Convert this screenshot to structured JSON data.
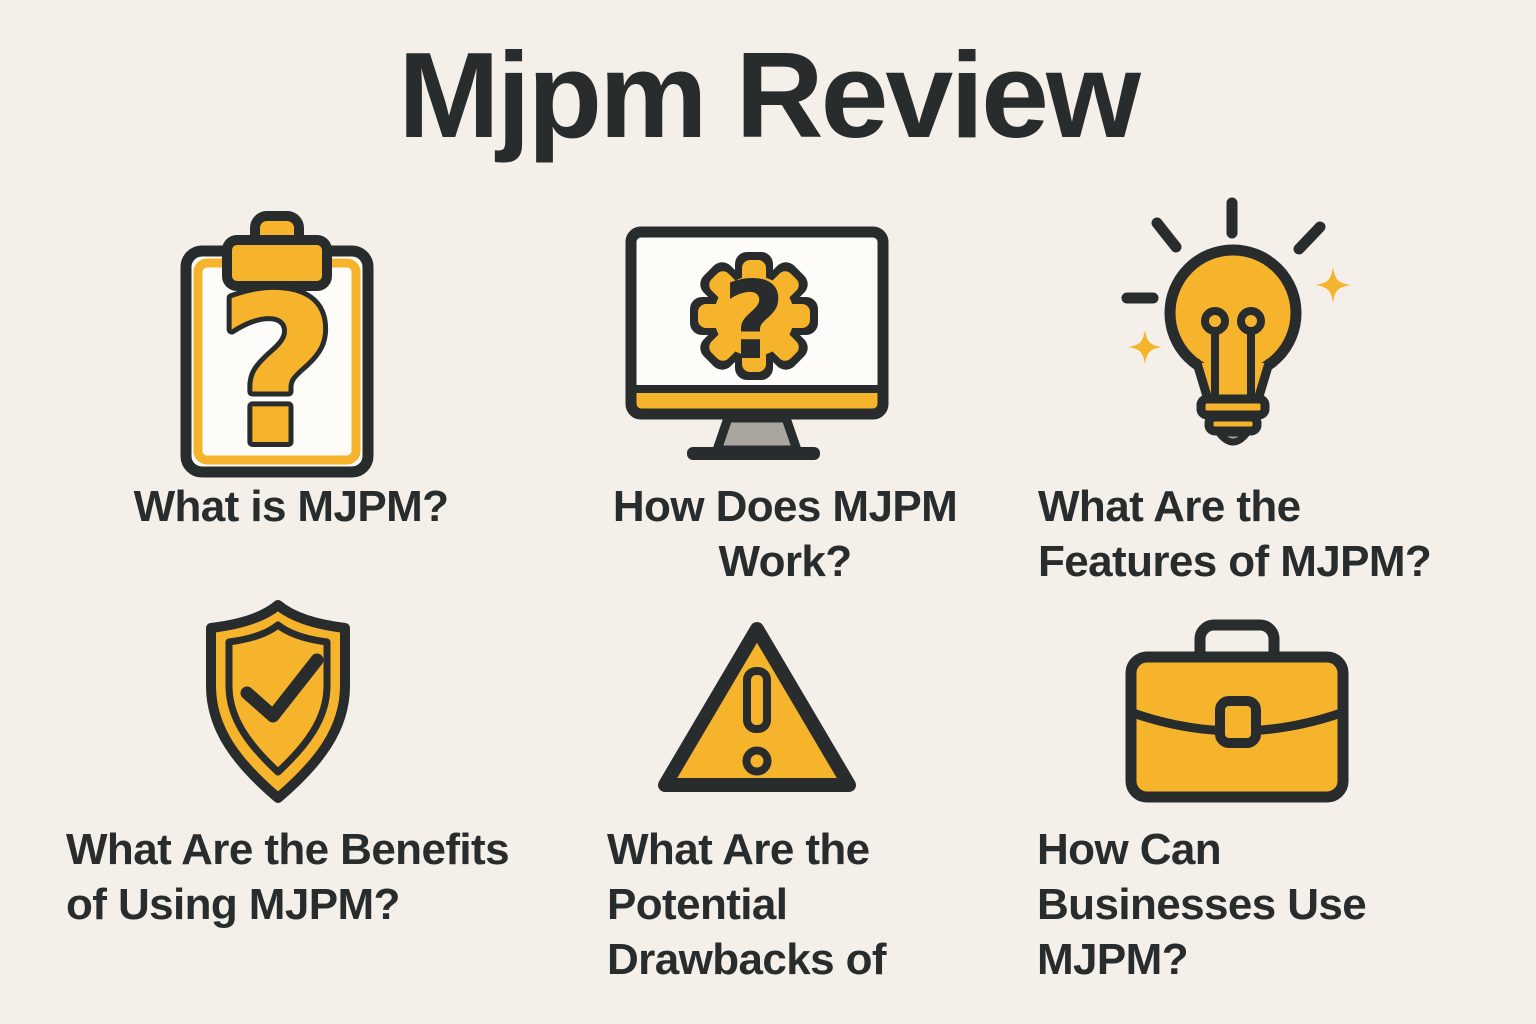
{
  "title": "Mjpm Review",
  "colors": {
    "background": "#F4F0E9",
    "ink": "#282C2C",
    "accent": "#F6B42D",
    "paper": "#FDFCF8",
    "gray": "#A9A69F"
  },
  "items": [
    {
      "icon": "clipboard-question",
      "label": "What is MJPM?"
    },
    {
      "icon": "monitor-gear",
      "label": "How Does MJPM\nWork?"
    },
    {
      "icon": "lightbulb-idea",
      "label": "What Are the\nFeatures of MJPM?"
    },
    {
      "icon": "shield-check",
      "label": "What Are the Benefits\nof Using MJPM?"
    },
    {
      "icon": "warning-triangle",
      "label": "What Are the\nPotential\nDrawbacks of"
    },
    {
      "icon": "briefcase",
      "label": "How Can\nBusinesses Use\nMJPM?"
    }
  ]
}
